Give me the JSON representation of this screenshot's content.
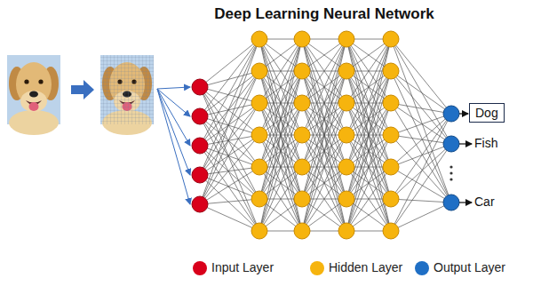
{
  "diagram": {
    "title": "Deep Learning Neural Network",
    "nodes": [
      {
        "text": [
          "Dog"
        ]
      }
    ],
    "labels": [
      "Fish",
      "Car"
    ],
    "legend": [
      {
        "text": "Input Layer",
        "color": "#d9001b"
      },
      {
        "text": "Hidden Layer",
        "color": "#f6b40e"
      },
      {
        "text": "Output Layer",
        "color": "#1f6fc5"
      }
    ]
  }
}
